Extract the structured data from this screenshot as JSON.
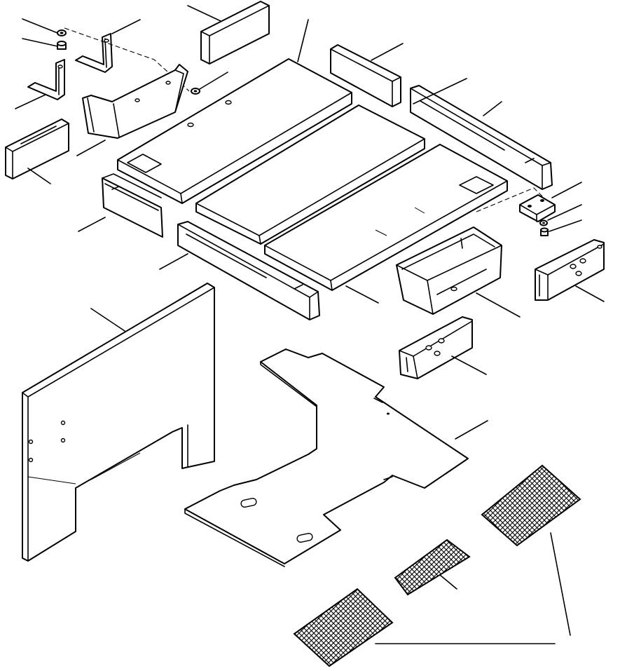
{
  "diagram": {
    "type": "exploded-parts-view",
    "labels": [],
    "parts": [
      {
        "id": "spacer-block-top",
        "kind": "pad"
      },
      {
        "id": "bracket-upper",
        "kind": "bracket"
      },
      {
        "id": "bracket-lower",
        "kind": "bracket"
      },
      {
        "id": "curved-cover",
        "kind": "cover"
      },
      {
        "id": "wedge-pad-left",
        "kind": "pad"
      },
      {
        "id": "channel-left",
        "kind": "channel"
      },
      {
        "id": "seat-board-left",
        "kind": "board"
      },
      {
        "id": "seat-board-center",
        "kind": "board"
      },
      {
        "id": "seat-board-right",
        "kind": "board"
      },
      {
        "id": "long-rail-front",
        "kind": "rail"
      },
      {
        "id": "long-rail-rear",
        "kind": "rail"
      },
      {
        "id": "spacer-block-right",
        "kind": "pad"
      },
      {
        "id": "mount-plate",
        "kind": "plate"
      },
      {
        "id": "tray-box",
        "kind": "tray"
      },
      {
        "id": "end-block-right",
        "kind": "block"
      },
      {
        "id": "end-block-center",
        "kind": "block"
      },
      {
        "id": "side-panel",
        "kind": "panel"
      },
      {
        "id": "floor-mat",
        "kind": "mat"
      },
      {
        "id": "mesh-pad-large",
        "kind": "mesh"
      },
      {
        "id": "mesh-pad-small",
        "kind": "mesh"
      },
      {
        "id": "mesh-pad-left",
        "kind": "mesh"
      }
    ]
  }
}
